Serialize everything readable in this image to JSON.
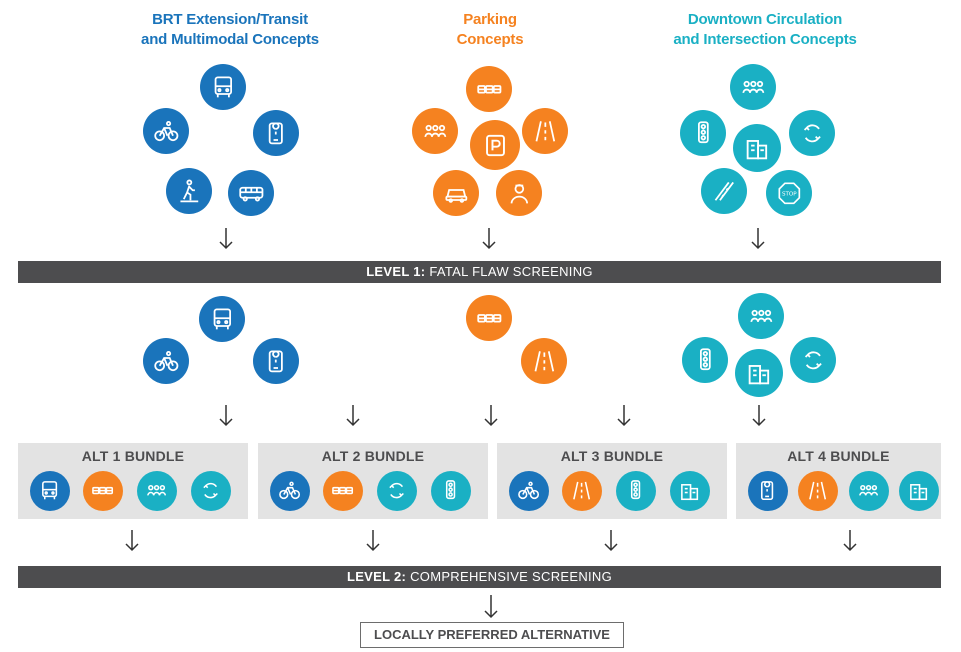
{
  "columns": {
    "transit": {
      "title_line1": "BRT Extension/Transit",
      "title_line2": "and Multimodal Concepts",
      "color": "#1a74bb"
    },
    "parking": {
      "title_line1": "Parking",
      "title_line2": "Concepts",
      "color": "#f58220"
    },
    "downtown": {
      "title_line1": "Downtown Circulation",
      "title_line2": "and Intersection Concepts",
      "color": "#1ab0c4"
    }
  },
  "level1": {
    "prefix": "LEVEL 1:",
    "label": " FATAL FLAW SCREENING"
  },
  "level2": {
    "prefix": "LEVEL 2:",
    "label": " COMPREHENSIVE SCREENING"
  },
  "bundles": [
    {
      "title": "ALT 1 BUNDLE",
      "icons": [
        "bus-front-icon",
        "parking-cars-icon",
        "crowd-icon",
        "roundabout-icon"
      ]
    },
    {
      "title": "ALT 2 BUNDLE",
      "icons": [
        "bicycle-icon",
        "parking-cars-icon",
        "roundabout-icon",
        "traffic-signal-icon"
      ]
    },
    {
      "title": "ALT 3 BUNDLE",
      "icons": [
        "bicycle-icon",
        "road-icon",
        "traffic-signal-icon",
        "buildings-icon"
      ]
    },
    {
      "title": "ALT 4 BUNDLE",
      "icons": [
        "mobile-app-icon",
        "road-icon",
        "crowd-icon",
        "buildings-icon"
      ]
    }
  ],
  "result": {
    "label": "LOCALLY PREFERRED ALTERNATIVE"
  }
}
